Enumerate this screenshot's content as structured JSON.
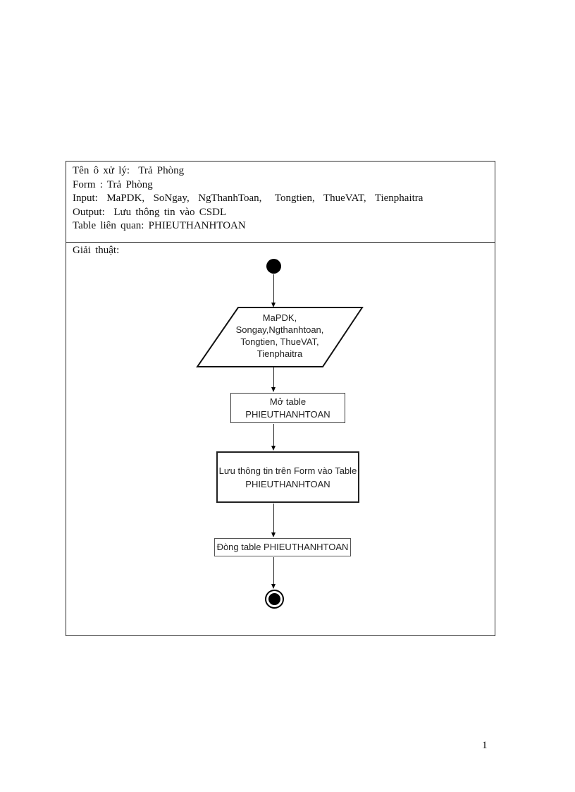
{
  "page": {
    "number": "1",
    "background_color": "#ffffff"
  },
  "spec_box": {
    "header_lines": [
      "Tên ô xử lý:  Trả Phòng",
      "Form : Trả Phòng",
      "Input:  MaPDK,  SoNgay,  NgThanhToan,   Tongtien,  ThueVAT,  Tienphaitra",
      "Output:  Lưu thông tin vào CSDL",
      "Table liên quan: PHIEUTHANHTOAN"
    ],
    "section_label": "Giải thuật:"
  },
  "flowchart": {
    "type": "activity-diagram",
    "start_node": "start",
    "input_parallelogram_text": "MaPDK,\nSongay,Ngthanhtoan,\nTongtien, ThueVAT,\nTienphaitra",
    "steps": [
      "Mở table\nPHIEUTHANHTOAN",
      "Lưu thông tin trên Form vào Table\nPHIEUTHANHTOAN",
      "Đòng table PHIEUTHANHTOAN"
    ],
    "end_node": "end",
    "colors": {
      "node_fill": "#000000",
      "shape_stroke": "#222222",
      "background": "#ffffff"
    }
  }
}
